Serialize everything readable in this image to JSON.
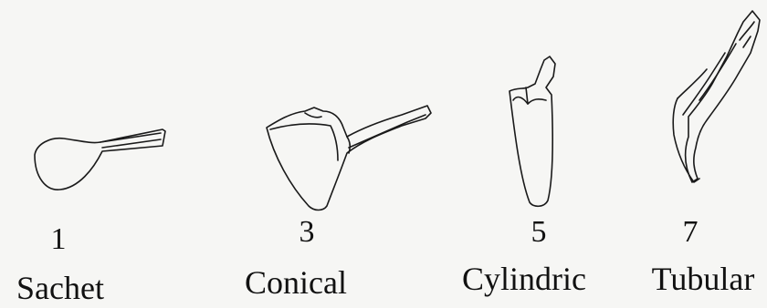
{
  "figure": {
    "items": [
      {
        "number": "1",
        "label": "Sachet",
        "shape_icon": "sachet-shape-icon"
      },
      {
        "number": "3",
        "label": "Conical",
        "shape_icon": "conical-shape-icon"
      },
      {
        "number": "5",
        "label": "Cylindric",
        "shape_icon": "cylindric-shape-icon"
      },
      {
        "number": "7",
        "label": "Tubular",
        "shape_icon": "tubular-shape-icon"
      }
    ],
    "colors": {
      "background": "#f6f6f4",
      "ink": "#1a1a1a"
    }
  }
}
